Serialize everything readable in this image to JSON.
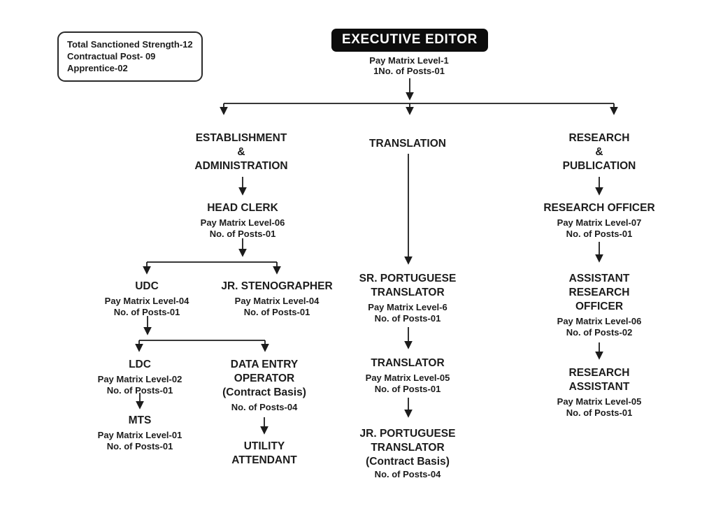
{
  "canvas": {
    "background": "#ffffff",
    "ink": "#1c1c1c",
    "root_box_bg": "#0c0c0c",
    "root_box_text": "#ffffff"
  },
  "legend": {
    "line1": "Total Sanctioned Strength-12",
    "line2": "Contractual Post- 09",
    "line3": "Apprentice-02"
  },
  "root": {
    "title": "EXECUTIVE EDITOR",
    "pay": "Pay Matrix Level-1",
    "posts": "1No. of Posts-01"
  },
  "branch_est": {
    "l1": "ESTABLISHMENT",
    "l2": "&",
    "l3": "ADMINISTRATION"
  },
  "branch_trans": {
    "l1": "TRANSLATION"
  },
  "branch_res": {
    "l1": "RESEARCH",
    "l2": "&",
    "l3": "PUBLICATION"
  },
  "head_clerk": {
    "t1": "HEAD CLERK",
    "pay": "Pay Matrix Level-06",
    "posts": "No. of Posts-01"
  },
  "udc": {
    "t1": "UDC",
    "pay": "Pay Matrix Level-04",
    "posts": "No. of Posts-01"
  },
  "jr_steno": {
    "t1": "JR. STENOGRAPHER",
    "pay": "Pay Matrix Level-04",
    "posts": "No. of Posts-01"
  },
  "ldc": {
    "t1": "LDC",
    "pay": "Pay Matrix Level-02",
    "posts": "No. of Posts-01"
  },
  "deo": {
    "t1": "DATA ENTRY",
    "t2": "OPERATOR",
    "t3": "(Contract Basis)",
    "posts": "No. of Posts-04"
  },
  "mts": {
    "t1": "MTS",
    "pay": "Pay Matrix Level-01",
    "posts": "No. of Posts-01"
  },
  "utility": {
    "t1": "UTILITY",
    "t2": "ATTENDANT"
  },
  "sr_port": {
    "t1": "SR. PORTUGUESE",
    "t2": "TRANSLATOR",
    "pay": "Pay Matrix Level-6",
    "posts": "No. of Posts-01"
  },
  "translator": {
    "t1": "TRANSLATOR",
    "pay": "Pay Matrix Level-05",
    "posts": "No. of Posts-01"
  },
  "jr_port": {
    "t1": "JR. PORTUGUESE",
    "t2": "TRANSLATOR",
    "t3": "(Contract Basis)",
    "posts": "No. of Posts-04"
  },
  "res_officer": {
    "t1": "RESEARCH OFFICER",
    "pay": "Pay Matrix Level-07",
    "posts": "No. of Posts-01"
  },
  "asst_res_officer": {
    "t1": "ASSISTANT",
    "t2": "RESEARCH",
    "t3": "OFFICER",
    "pay": "Pay Matrix Level-06",
    "posts": "No. of Posts-02"
  },
  "res_assistant": {
    "t1": "RESEARCH",
    "t2": "ASSISTANT",
    "pay": "Pay Matrix Level-05",
    "posts": "No. of Posts-01"
  }
}
